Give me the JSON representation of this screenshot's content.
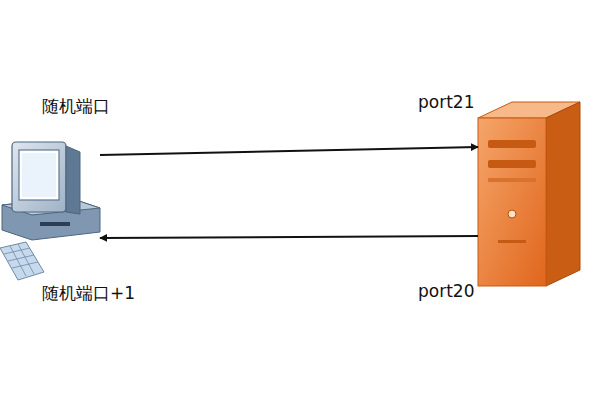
{
  "diagram": {
    "nodes": [
      {
        "text": [
          "随机端口",
          "随机端口+1"
        ]
      },
      {
        "text": [
          "port21",
          "port20"
        ]
      }
    ],
    "edges": [
      {
        "from": 0,
        "to": 1,
        "arrow": "to"
      },
      {
        "from": 1,
        "to": 0,
        "arrow": "to"
      }
    ]
  }
}
